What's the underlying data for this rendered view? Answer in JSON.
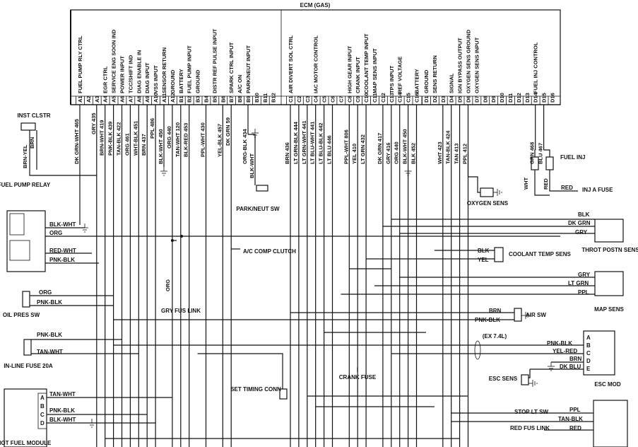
{
  "ecm": {
    "title": "ECM (GAS)",
    "functions": [
      "FUEL PUMP RLY CTRL",
      "EGR CTRL",
      "SERVICE ENG SOON IND",
      "POWER INPUT",
      "TCC/SHIFT IND",
      "DIAG ENABLE IN",
      "DIAG INPUT",
      "VSS INPUT",
      "SENSOR RETURN",
      "GROUND",
      "BATTERY",
      "FUEL PUMP INPUT",
      "GROUND",
      "DISTR REF PULSE INPUT",
      "SPARK CTRL INPUT",
      "A/C ON",
      "PARK/NEUT INPUT",
      "AIR DIVERT SOL CTRL",
      "IAC MOTOR CONTROL",
      "HIGH GEAR INPUT",
      "CRANK INPUT",
      "COOLANT TEMP INPUT",
      "MAP SENS INPUT",
      "TPS INPUT",
      "REF VOLTAGE",
      "BATTERY",
      "GROUND",
      "SENS RETURN",
      "SIGNAL",
      "IGN BYPASS OUTPUT",
      "OXYGEN SENS GROUND",
      "OXYGEN SENS INPUT",
      "FUEL INJ CONTROL"
    ],
    "pins": [
      "A1",
      "A2",
      "A3",
      "A4",
      "A5",
      "A6",
      "A7",
      "A8",
      "A9",
      "A10",
      "A11",
      "A12",
      "B1",
      "B2",
      "B3",
      "B4",
      "B5",
      "B6",
      "B7",
      "B8",
      "B9",
      "B10",
      "B11",
      "B12",
      "C1",
      "C2",
      "C3",
      "C4",
      "C5",
      "C6",
      "C7",
      "C8",
      "C9",
      "C10",
      "C11",
      "C12",
      "C13",
      "C14",
      "C15",
      "C16",
      "D1",
      "D2",
      "D3",
      "D4",
      "D5",
      "D6",
      "D7",
      "D8",
      "D9",
      "D10",
      "D11",
      "D12",
      "D13",
      "D14",
      "D15",
      "D16"
    ]
  },
  "circuit_labels": [
    "DK GRN-WHT 465",
    "GRY 435",
    "BRN-WHT 419",
    "PNK-BLK 439",
    "TAN-BLK 422",
    "ORG 461",
    "WHT-BLK 451",
    "BRN 437",
    "PPL 486",
    "BLK-WHT 450",
    "ORG 440",
    "TAN-WHT 120",
    "BLK-RED 453",
    "PPL-WHT 430",
    "YEL-BLK 457",
    "DK GRN 59",
    "ORG-BLK 434",
    "BLK-WHT",
    "BRN 436",
    "LT GRN-BLK 444",
    "LT GRN-WHT 441",
    "LT BLU-WHT 441",
    "LT BLU-BLK 442",
    "LT BLU 446",
    "PPL-WHT 806",
    "YEL 410",
    "LT GRN 432",
    "DK GRN 417",
    "GRY 416",
    "ORG 440",
    "BLK-WHT 450",
    "BLK 452",
    "WHT 423",
    "TAN-BLK 424",
    "TAN 413",
    "PPL 412",
    "GRN 468",
    "BLU 467"
  ],
  "components": {
    "inst_clstr": "INST CLSTR",
    "fuel_pump_relay": "FUEL PUMP RELAY",
    "oil_pres_sw": "OIL PRES SW",
    "inline_fuse": "IN-LINE FUSE 20A",
    "hot_fuel_module": "HOT FUEL MODULE",
    "park_neut_sw": "PARK/NEUT SW",
    "ac_comp_clutch": "A/C COMP CLUTCH",
    "gry_fus_link": "GRY FUS LINK",
    "set_timing_conn": "SET TIMING CONN",
    "crank_fuse": "CRANK FUSE",
    "oxygen_sens": "OXYGEN SENS",
    "fuel_inj": "FUEL INJ",
    "inj_a_fuse": "INJ A FUSE",
    "throt_postn_sens": "THROT POSTN SENS",
    "coolant_temp_sens": "COOLANT TEMP SENS",
    "map_sens": "MAP SENS",
    "air_sw": "AIR SW",
    "ex_74l": "(EX 7.4L)",
    "esc_sens": "ESC SENS",
    "esc_mod": "ESC MOD",
    "stop_lt_sw": "STOP LT SW",
    "red_fus_link": "RED FUS LINK"
  },
  "wire_labels": {
    "brn_yel": "BRN-YEL",
    "brn": "BRN",
    "blk_wht": "BLK-WHT",
    "org": "ORG",
    "red_wht": "RED-WHT",
    "pnk_blk": "PNK-BLK",
    "tan_wht": "TAN-WHT",
    "blk": "BLK",
    "dk_grn": "DK GRN",
    "gry": "GRY",
    "yel": "YEL",
    "lt_grn": "LT GRN",
    "ppl": "PPL",
    "yel_red": "YEL-RED",
    "dk_blu": "DK BLU",
    "tan_blk": "TAN-BLK",
    "red": "RED",
    "wht": "WHT"
  },
  "connector_letters": [
    "A",
    "B",
    "C",
    "D",
    "E"
  ]
}
